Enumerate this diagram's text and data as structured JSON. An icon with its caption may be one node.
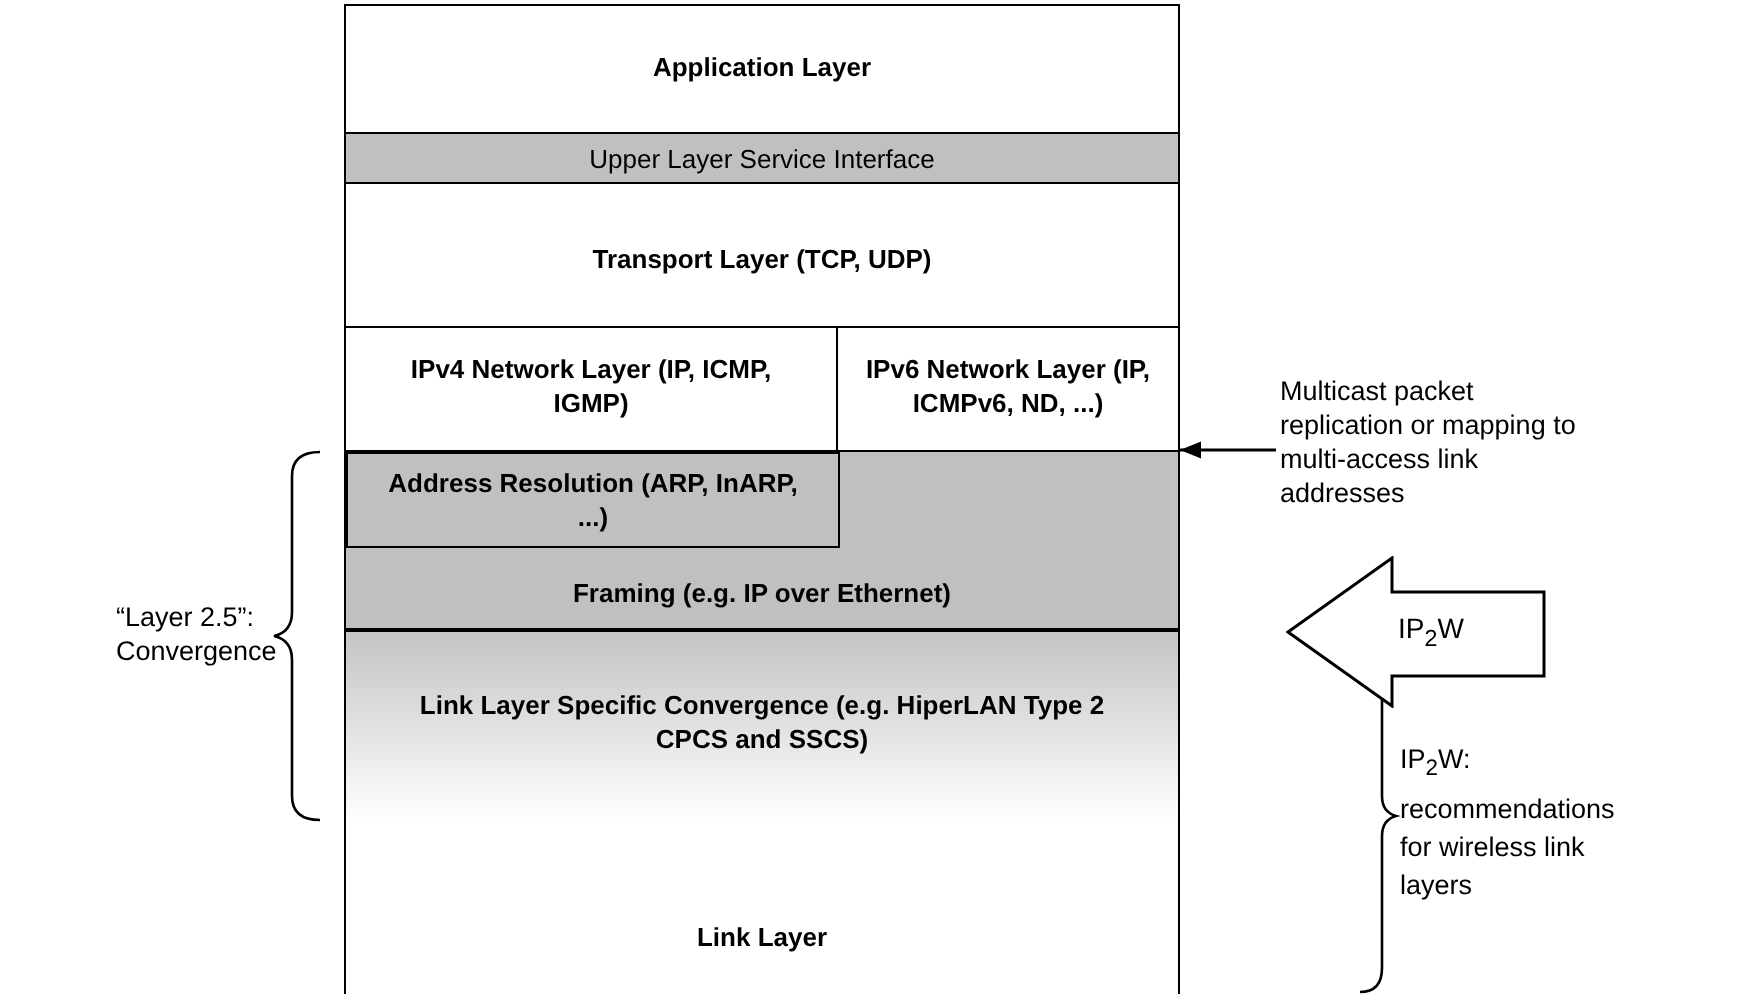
{
  "diagram": {
    "nodes": [
      {
        "text": [
          "Application Layer"
        ]
      },
      {
        "text": [
          "Upper Layer Service Interface"
        ]
      },
      {
        "text": [
          "Transport Layer (TCP, UDP)"
        ]
      },
      {
        "text": [
          "IPv4 Network Layer (IP, ICMP, IGMP)"
        ]
      },
      {
        "text": [
          "IPv6 Network Layer (IP, ICMPv6, ND, ...)"
        ]
      },
      {
        "text": [
          "Framing (e.g. IP over Ethernet)"
        ]
      },
      {
        "text": [
          "Address Resolution (ARP, InARP, ...)"
        ],
        "in": 5
      },
      {
        "text": [
          "Link Layer Specific Convergence (e.g. HiperLAN Type 2 CPCS and SSCS)"
        ]
      },
      {
        "text": [
          "Link Layer"
        ]
      },
      {
        "text": [
          "Multicast packet replication or mapping to multi-access link addresses"
        ]
      },
      {
        "text": [
          "IP$_{2}$W"
        ]
      }
    ],
    "edges": [
      {
        "from": 9,
        "to": 5,
        "arrow": "to"
      }
    ],
    "labels": [
      "“Layer 2.5”: Convergence",
      "IP$_{2}$W: recommendations for wireless link layers"
    ]
  }
}
